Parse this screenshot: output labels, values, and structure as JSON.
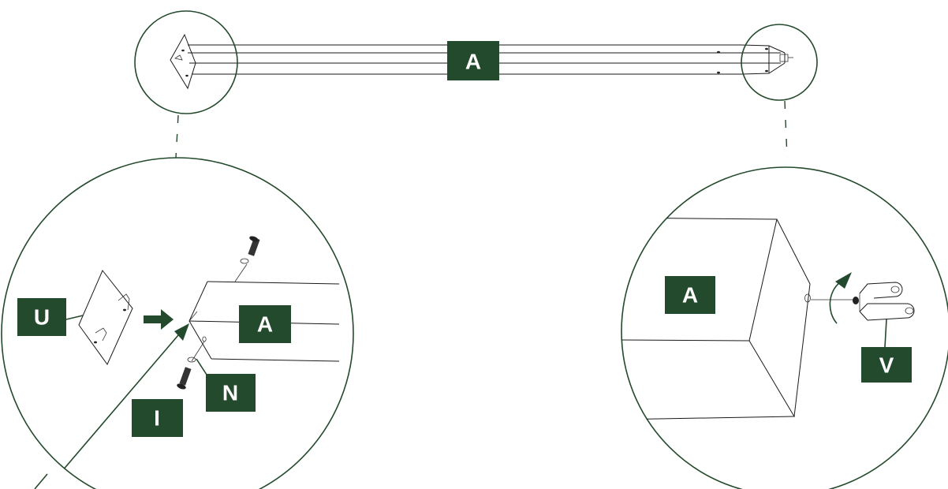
{
  "colors": {
    "accent": "#234a2c",
    "line": "#1a1a1a",
    "background": "#ffffff"
  },
  "labels": {
    "tube_top": "A",
    "tube_left": "A",
    "plate": "U",
    "screw": "I",
    "washer": "N",
    "tube_right": "A",
    "bracket": "V"
  }
}
